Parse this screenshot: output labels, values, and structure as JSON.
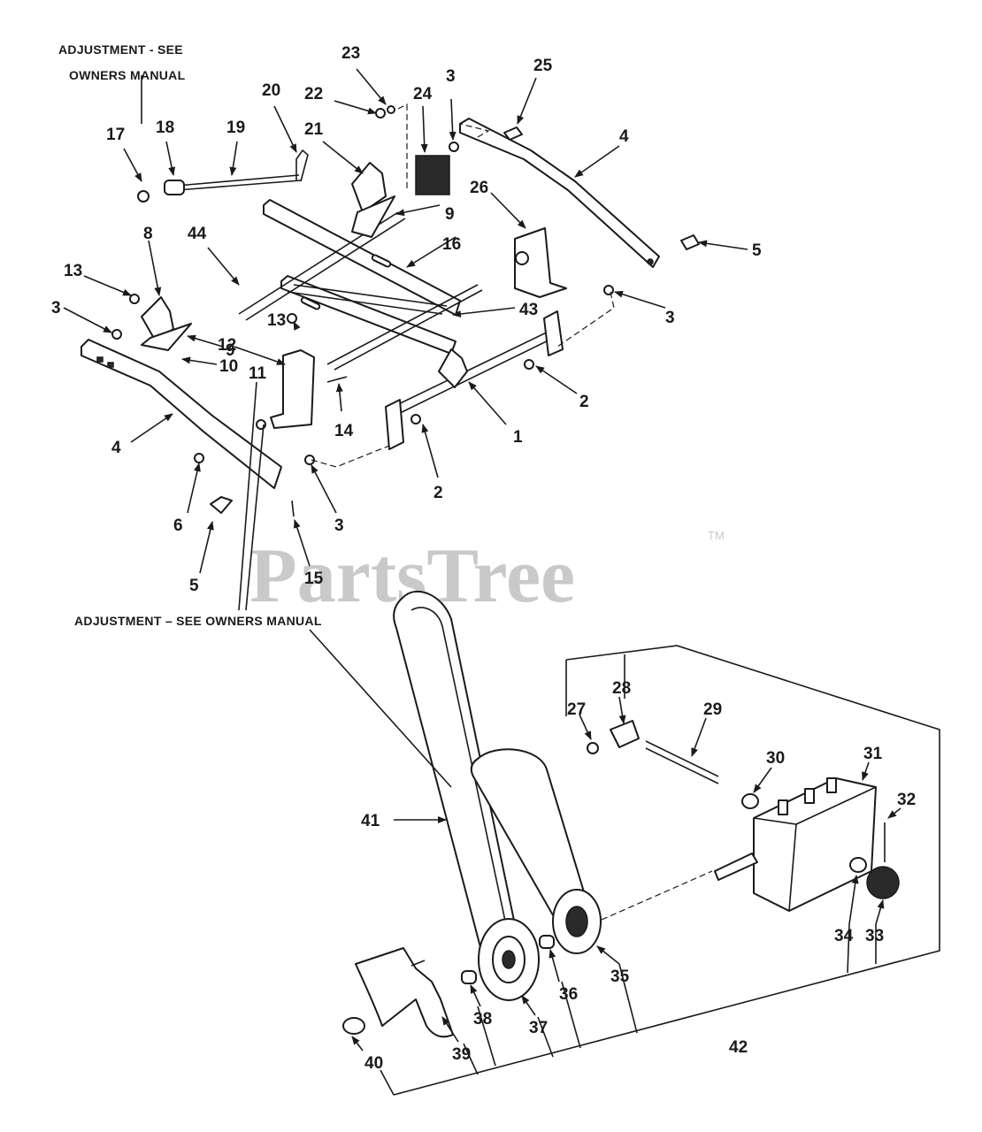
{
  "notes": {
    "top": [
      "ADJUSTMENT - SEE",
      "OWNERS MANUAL"
    ],
    "middle": "ADJUSTMENT – SEE OWNERS MANUAL"
  },
  "watermark": {
    "text": "PartsTree",
    "tm": "TM",
    "color": "#c9c9c9"
  },
  "callouts": {
    "c1": "1",
    "c2a": "2",
    "c2b": "2",
    "c3a": "3",
    "c3b": "3",
    "c3c": "3",
    "c3d": "3",
    "c4a": "4",
    "c4b": "4",
    "c5a": "5",
    "c5b": "5",
    "c6": "6",
    "c8": "8",
    "c9a": "9",
    "c9b": "9",
    "c10": "10",
    "c11": "11",
    "c12": "12",
    "c13a": "13",
    "c13b": "13",
    "c14": "14",
    "c15": "15",
    "c16": "16",
    "c17": "17",
    "c18": "18",
    "c19": "19",
    "c20": "20",
    "c21": "21",
    "c22": "22",
    "c23": "23",
    "c24": "24",
    "c25": "25",
    "c26": "26",
    "c27": "27",
    "c28": "28",
    "c29": "29",
    "c30": "30",
    "c31": "31",
    "c32": "32",
    "c33": "33",
    "c34": "34",
    "c35": "35",
    "c36": "36",
    "c37": "37",
    "c38": "38",
    "c39": "39",
    "c40": "40",
    "c41": "41",
    "c42": "42",
    "c43": "43",
    "c44": "44"
  }
}
